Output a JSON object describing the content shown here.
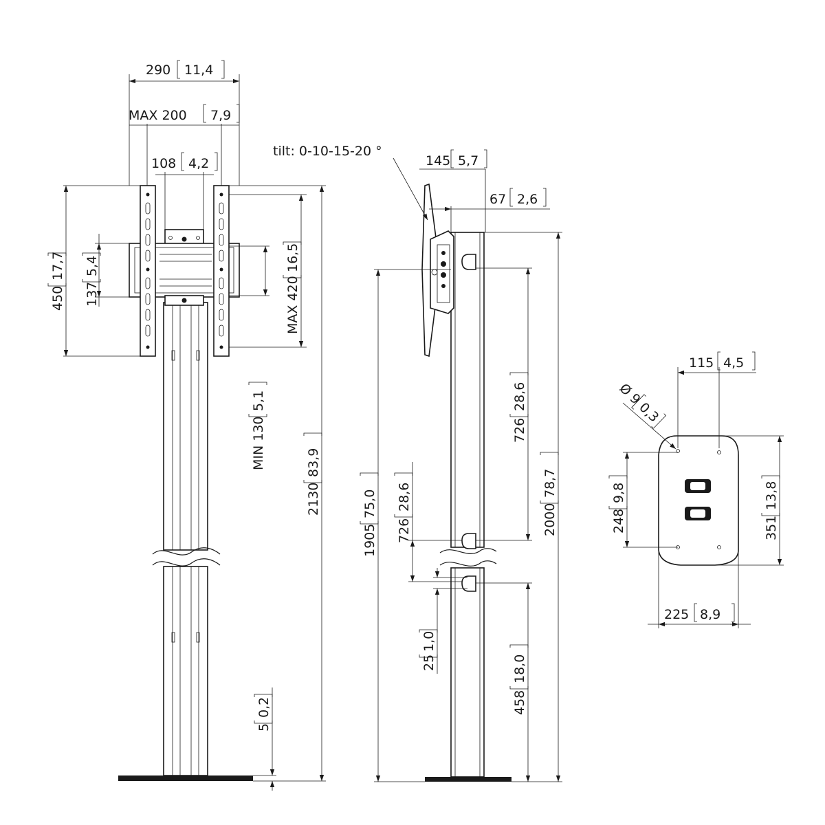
{
  "labels": {
    "front_width": "290",
    "front_width_in": "11,4",
    "max_200": "MAX 200",
    "max_200_in": "7,9",
    "w108": "108",
    "w108_in": "4,2",
    "h450": "450",
    "h450_in": "17,7",
    "h137": "137",
    "h137_in": "5,4",
    "max_420": "MAX 420",
    "max_420_in": "16,5",
    "min_130": "MIN 130",
    "min_130_in": "5,1",
    "h2130": "2130",
    "h2130_in": "83,9",
    "h5": "5",
    "h5_in": "0,2",
    "tilt": "tilt: 0-10-15-20 °",
    "w145": "145",
    "w145_in": "5,7",
    "w67": "67",
    "w67_in": "2,6",
    "h726a": "726",
    "h726a_in": "28,6",
    "h2000": "2000",
    "h2000_in": "78,7",
    "h1905": "1905",
    "h1905_in": "75,0",
    "h726b": "726",
    "h726b_in": "28,6",
    "h25": "25",
    "h25_in": "1,0",
    "h458": "458",
    "h458_in": "18,0",
    "w115": "115",
    "w115_in": "4,5",
    "dia9": "Ø 9",
    "dia9_in": "0,3",
    "h248": "248",
    "h248_in": "9,8",
    "h351": "351",
    "h351_in": "13,8",
    "w225": "225",
    "w225_in": "8,9"
  }
}
